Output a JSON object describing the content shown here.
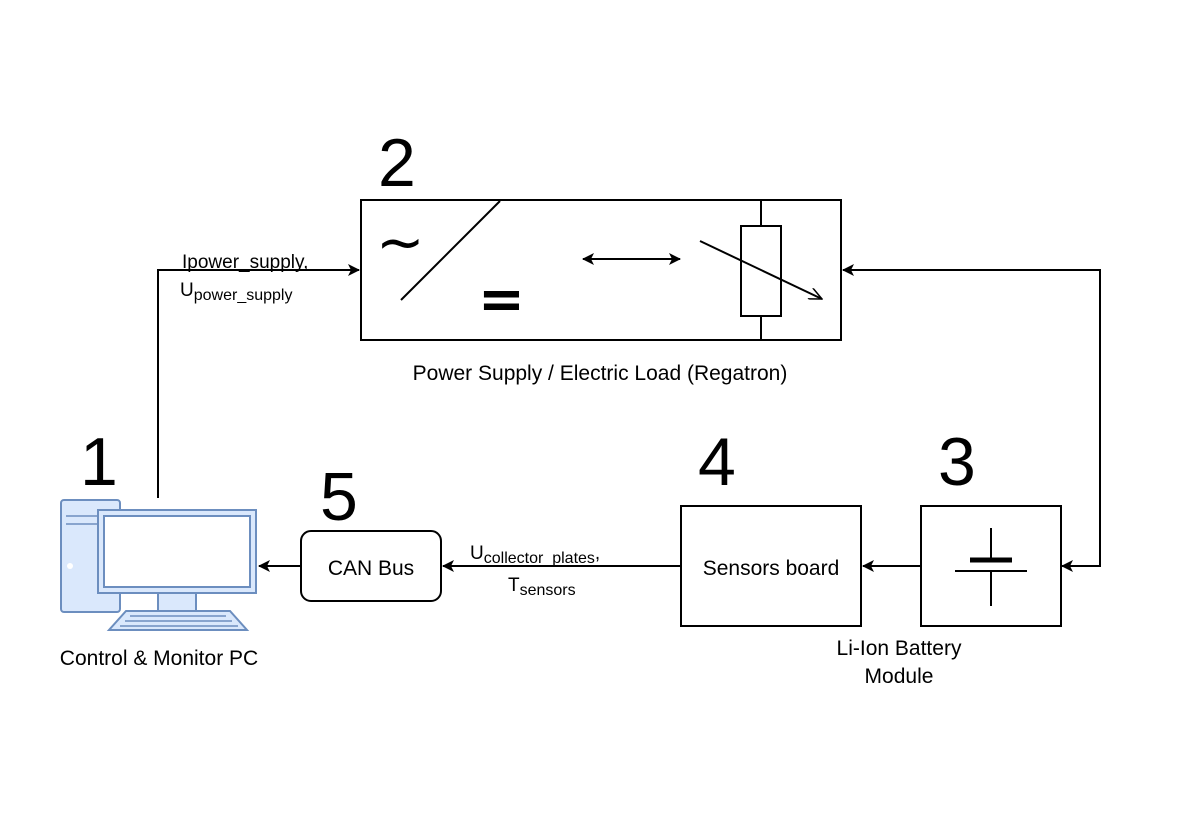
{
  "diagram": {
    "numbers": {
      "pc": "1",
      "power_supply": "2",
      "battery": "3",
      "sensors": "4",
      "canbus": "5"
    },
    "power_supply": {
      "label": "Power Supply / Electric Load (Regatron)",
      "ac_symbol": "~",
      "dc_symbol": "="
    },
    "pc": {
      "label": "Control & Monitor PC"
    },
    "canbus": {
      "label": "CAN Bus"
    },
    "sensors": {
      "label": "Sensors board"
    },
    "battery": {
      "label_line1": "Li-Ion Battery",
      "label_line2": "Module"
    },
    "signals": {
      "ps_line1": "Ipower_supply,",
      "ps_line2_main": "U",
      "ps_line2_sub": "power_supply",
      "sensor_line1_main": "U",
      "sensor_line1_sub": "collector_plates",
      "sensor_line1_tail": ",",
      "sensor_line2_main": "T",
      "sensor_line2_sub": "sensors"
    },
    "colors": {
      "stroke": "#000000",
      "computer_outline": "#6c8ebf",
      "computer_fill": "#dae8fc"
    }
  }
}
